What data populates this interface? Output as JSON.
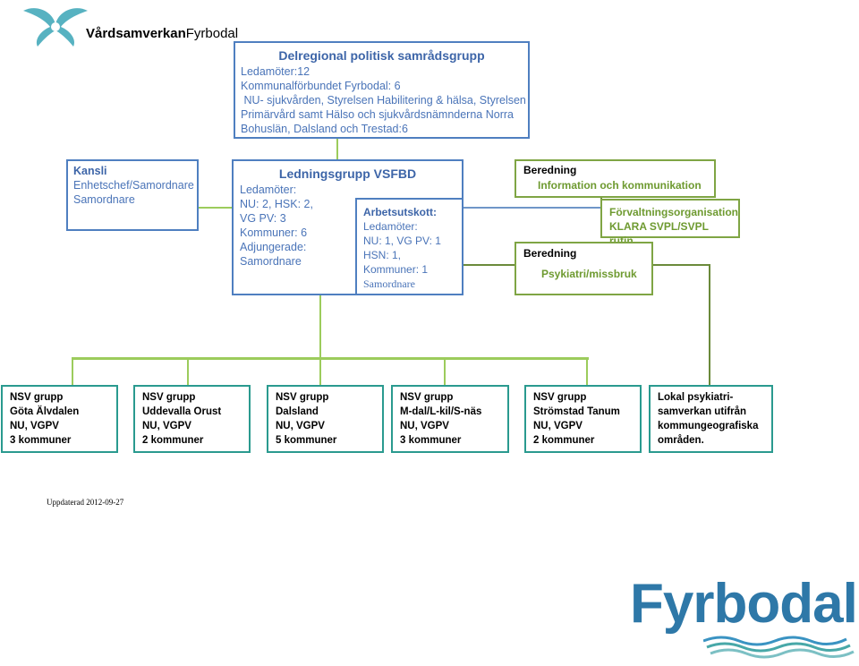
{
  "header": {
    "logo_text_bold": "Vårdsamverkan",
    "logo_text": "Fyrbodal"
  },
  "delregional": {
    "title": "Delregional politisk samrådsgrupp",
    "lines": [
      "Ledamöter:12",
      "Kommunalförbundet Fyrbodal: 6",
      " NU- sjukvården, Styrelsen Habilitering & hälsa, Styrelsen",
      "Primärvård samt Hälso och sjukvårdsnämnderna Norra",
      "Bohuslän, Dalsland och Trestad:6"
    ]
  },
  "kansli": {
    "title": "Kansli",
    "lines": [
      "Enhetschef/Samordnare",
      "Samordnare"
    ]
  },
  "ledningsgrupp": {
    "title": "Ledningsgrupp VSFBD",
    "lines": [
      "Ledamöter:",
      "NU: 2, HSK: 2,",
      "VG PV: 3",
      "Kommuner: 6",
      "Adjungerade:",
      "Samordnare"
    ]
  },
  "arbetsutskott": {
    "title": "Arbetsutskott:",
    "lines": [
      "Ledamöter:",
      "NU: 1, VG PV: 1",
      "HSN: 1,",
      "Kommuner: 1",
      "Samordnare"
    ]
  },
  "beredning1": {
    "title": "Beredning",
    "subtitle": "Information och kommunikation"
  },
  "forvaltning": {
    "line1": "Förvaltningsorganisation",
    "line2": "KLARA SVPL/SVPL rutin"
  },
  "beredning2": {
    "title": "Beredning",
    "subtitle": "Psykiatri/missbruk"
  },
  "nsv": [
    {
      "lines": [
        "NSV grupp",
        "Göta Älvdalen",
        "NU, VGPV",
        "3 kommuner"
      ]
    },
    {
      "lines": [
        "NSV grupp",
        "Uddevalla Orust",
        "NU, VGPV",
        "2 kommuner"
      ]
    },
    {
      "lines": [
        "NSV grupp",
        "Dalsland",
        "NU, VGPV",
        "5 kommuner"
      ]
    },
    {
      "lines": [
        "NSV grupp",
        "M-dal/L-kil/S-näs",
        "NU, VGPV",
        "3 kommuner"
      ]
    },
    {
      "lines": [
        "NSV grupp",
        "Strömstad Tanum",
        "NU, VGPV",
        "2 kommuner"
      ]
    }
  ],
  "lokal": {
    "lines": [
      "Lokal psykiatri-",
      "samverkan utifrån",
      "kommungeografiska",
      "områden."
    ]
  },
  "footer": {
    "updated": "Uppdaterad 2012-09-27",
    "brand": "Fyrbodal"
  }
}
